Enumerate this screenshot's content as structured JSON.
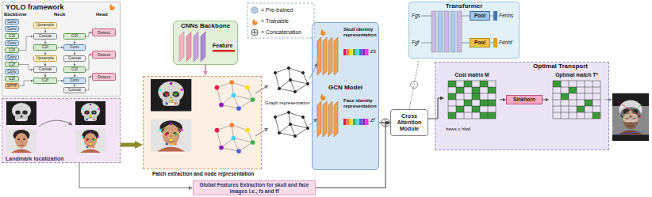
{
  "diagram": {
    "nodes": [
      {
        "text": [
          "YOLO framework"
        ]
      },
      {
        "text": [
          "Conv"
        ],
        "in": 0
      },
      {
        "text": [
          "Conv"
        ],
        "in": 0
      },
      {
        "text": [
          "C2f"
        ],
        "in": 0
      },
      {
        "text": [
          "Conv"
        ],
        "in": 0
      },
      {
        "text": [
          "C2f"
        ],
        "in": 0
      },
      {
        "text": [
          "Conv"
        ],
        "in": 0
      },
      {
        "text": [
          "C2f"
        ],
        "in": 0
      },
      {
        "text": [
          "Conv"
        ],
        "in": 0
      },
      {
        "text": [
          "C2f"
        ],
        "in": 0
      },
      {
        "text": [
          "SPPF"
        ],
        "in": 0
      },
      {
        "text": [
          "Upsample"
        ],
        "in": 0
      },
      {
        "text": [
          "Concat"
        ],
        "in": 0
      },
      {
        "text": [
          "C2f"
        ],
        "in": 0
      },
      {
        "text": [
          "Upsample"
        ],
        "in": 0
      },
      {
        "text": [
          "Concat"
        ],
        "in": 0
      },
      {
        "text": [
          "C2f"
        ],
        "in": 0
      },
      {
        "text": [
          "C2f"
        ],
        "in": 0
      },
      {
        "text": [
          "Conv"
        ],
        "in": 0
      },
      {
        "text": [
          "Concat"
        ],
        "in": 0
      },
      {
        "text": [
          "C2f"
        ],
        "in": 0
      },
      {
        "text": [
          "Conv"
        ],
        "in": 0
      },
      {
        "text": [
          "Concat"
        ],
        "in": 0
      },
      {
        "text": [
          "Detect"
        ],
        "in": 0
      },
      {
        "text": [
          "Detect"
        ],
        "in": 0
      },
      {
        "text": [
          "Detect"
        ],
        "in": 0
      },
      {
        "text": [
          "Landmark localization"
        ]
      },
      {
        "text": [
          "Patch extraction and node representation"
        ]
      },
      {
        "text": [
          "CNNs Backbone"
        ]
      },
      {
        "text": [
          "GCN Model"
        ]
      },
      {
        "text": [
          "Cross Attention Module"
        ]
      },
      {
        "text": [
          "Global Features Extraction for skull and face images i.e., fs and ff"
        ]
      },
      {
        "text": [
          "Transformer"
        ]
      },
      {
        "text": [
          "Pool"
        ],
        "in": 32
      },
      {
        "text": [
          "Pool"
        ],
        "in": 32
      },
      {
        "text": [
          "Optimal Transport"
        ]
      },
      {
        "text": [
          "Cost matrix M"
        ],
        "in": 35
      },
      {
        "text": [
          "Sinkhorn"
        ],
        "in": 35
      },
      {
        "text": [
          "Optimal match T*"
        ],
        "in": 35
      }
    ],
    "edges": [
      {
        "from": 1,
        "to": 2,
        "arrow": "none"
      },
      {
        "from": 2,
        "to": 3,
        "arrow": "none"
      },
      {
        "from": 3,
        "to": 4,
        "arrow": "none"
      },
      {
        "from": 4,
        "to": 5,
        "arrow": "none"
      },
      {
        "from": 5,
        "to": 6,
        "arrow": "none"
      },
      {
        "from": 6,
        "to": 7,
        "arrow": "none"
      },
      {
        "from": 7,
        "to": 8,
        "arrow": "none"
      },
      {
        "from": 8,
        "to": 9,
        "arrow": "none"
      },
      {
        "from": 9,
        "to": 10,
        "arrow": "none"
      },
      {
        "from": 11,
        "to": 12,
        "arrow": "to"
      },
      {
        "from": 12,
        "to": 13,
        "arrow": "to"
      },
      {
        "from": 13,
        "to": 14,
        "arrow": "to"
      },
      {
        "from": 14,
        "to": 15,
        "arrow": "to"
      },
      {
        "from": 15,
        "to": 16,
        "arrow": "to"
      },
      {
        "from": 17,
        "to": 18,
        "arrow": "to"
      },
      {
        "from": 18,
        "to": 19,
        "arrow": "to"
      },
      {
        "from": 19,
        "to": 20,
        "arrow": "to"
      },
      {
        "from": 20,
        "to": 21,
        "arrow": "to"
      },
      {
        "from": 21,
        "to": 22,
        "arrow": "to"
      },
      {
        "from": 17,
        "to": 23,
        "arrow": "to"
      },
      {
        "from": 20,
        "to": 24,
        "arrow": "to"
      },
      {
        "from": 22,
        "to": 25,
        "arrow": "to"
      },
      {
        "from": 5,
        "to": 12,
        "arrow": "to"
      },
      {
        "from": 7,
        "to": 15,
        "arrow": "to"
      },
      {
        "from": 10,
        "to": 16,
        "arrow": "to"
      },
      {
        "from": 13,
        "to": 18,
        "arrow": "to"
      },
      {
        "from": 16,
        "to": 21,
        "arrow": "to"
      },
      {
        "from": 26,
        "to": 27,
        "arrow": "to"
      },
      {
        "from": 28,
        "to": 27,
        "arrow": "to"
      },
      {
        "from": 26,
        "to": 31,
        "arrow": "to"
      },
      {
        "from": 29,
        "to": 30,
        "arrow": "to"
      },
      {
        "from": 31,
        "to": 30,
        "arrow": "to"
      },
      {
        "from": 30,
        "to": 36,
        "arrow": "to"
      },
      {
        "from": 36,
        "to": 37,
        "arrow": "to"
      },
      {
        "from": 37,
        "to": 38,
        "arrow": "to"
      }
    ],
    "labels": [
      "Backbone",
      "Neck",
      "Head",
      "Feature",
      "Graph representation",
      "Skull identity representation",
      "zs",
      "Face identity representation",
      "zf",
      "Fgs",
      "Fgf",
      "Fenhs",
      "Fenhf",
      "hsws x hfwf"
    ],
    "legend": [
      {
        "text": "= Pre-trained"
      },
      {
        "text": "= Trainable"
      },
      {
        "text": "= Concatenation"
      }
    ]
  }
}
